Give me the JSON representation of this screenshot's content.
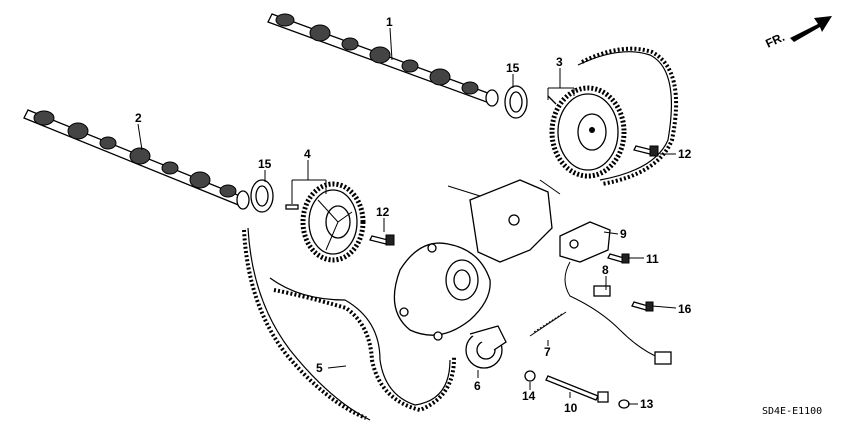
{
  "diagram": {
    "direction_label": "FR.",
    "diagram_code": "SD4E-E1100",
    "callouts": [
      {
        "id": "c1",
        "text": "1"
      },
      {
        "id": "c2",
        "text": "2"
      },
      {
        "id": "c3",
        "text": "3"
      },
      {
        "id": "c4",
        "text": "4"
      },
      {
        "id": "c5",
        "text": "5"
      },
      {
        "id": "c6",
        "text": "6"
      },
      {
        "id": "c7",
        "text": "7"
      },
      {
        "id": "c8",
        "text": "8"
      },
      {
        "id": "c9",
        "text": "9"
      },
      {
        "id": "c10",
        "text": "10"
      },
      {
        "id": "c11",
        "text": "11"
      },
      {
        "id": "c12a",
        "text": "12"
      },
      {
        "id": "c12b",
        "text": "12"
      },
      {
        "id": "c13",
        "text": "13"
      },
      {
        "id": "c14",
        "text": "14"
      },
      {
        "id": "c15a",
        "text": "15"
      },
      {
        "id": "c15b",
        "text": "15"
      },
      {
        "id": "c16",
        "text": "16"
      }
    ]
  }
}
